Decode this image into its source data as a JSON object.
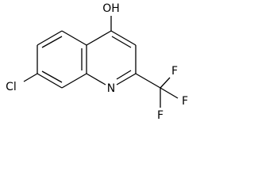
{
  "molecule": {
    "atoms": {
      "hydroxyl": "OH",
      "chlorine": "Cl",
      "nitrogen": "N",
      "fluorine_top": "F",
      "fluorine_right": "F",
      "fluorine_bottom": "F"
    }
  },
  "colors": {
    "background": "#ffffff",
    "ink": "#000000"
  }
}
